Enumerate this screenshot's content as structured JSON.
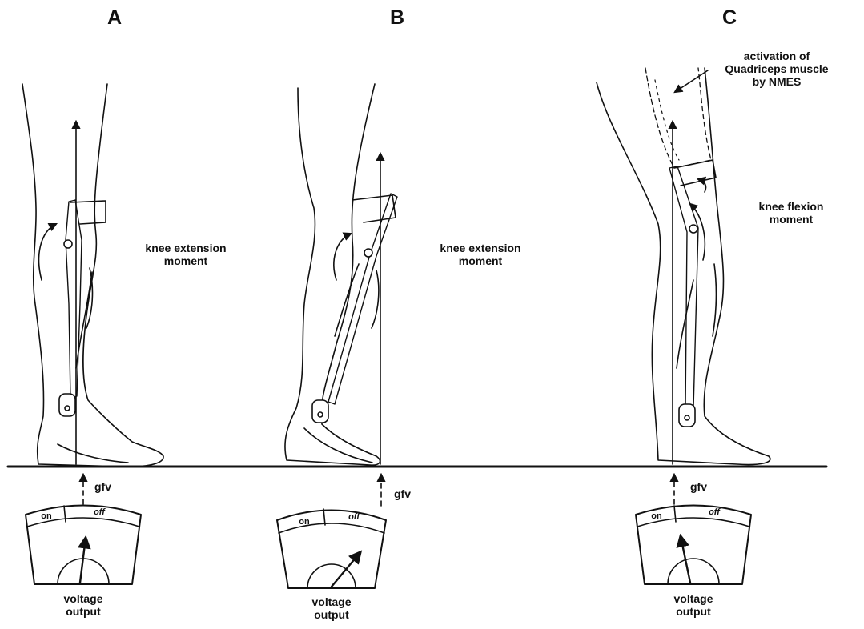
{
  "panels": [
    {
      "label": "A",
      "moment": [
        "knee extension",
        "moment"
      ],
      "gfv": "gfv",
      "meter": {
        "on": "on",
        "off": "off",
        "state": "off"
      },
      "output": [
        "voltage",
        "output"
      ]
    },
    {
      "label": "B",
      "moment": [
        "knee extension",
        "moment"
      ],
      "gfv": "gfv",
      "meter": {
        "on": "on",
        "off": "off",
        "state": "off"
      },
      "output": [
        "voltage",
        "output"
      ]
    },
    {
      "label": "C",
      "activation": [
        "activation of",
        "Quadriceps muscle",
        "by NMES"
      ],
      "moment": [
        "knee flexion",
        "moment"
      ],
      "gfv": "gfv",
      "meter": {
        "on": "on",
        "off": "off",
        "state": "on"
      },
      "output": [
        "voltage",
        "output"
      ]
    }
  ],
  "colors": {
    "ink": "#111111",
    "paper": "#ffffff"
  }
}
